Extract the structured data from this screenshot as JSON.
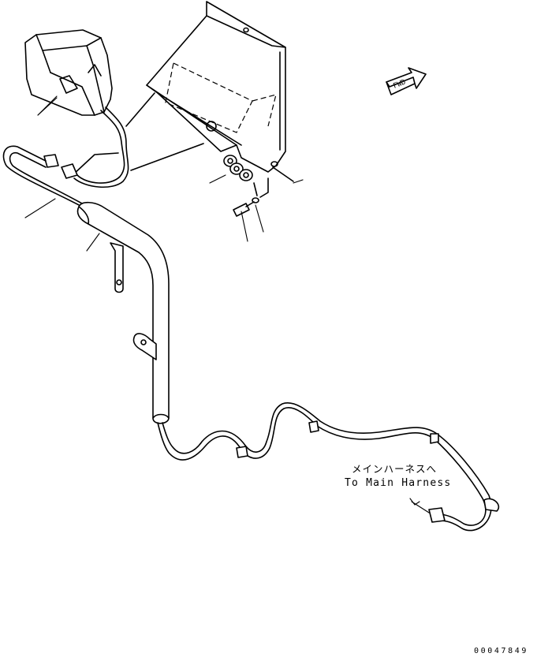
{
  "labels": {
    "japanese": "メインハーネスへ",
    "english": "To Main Harness",
    "fwd": "FWD",
    "code": "00047849"
  }
}
